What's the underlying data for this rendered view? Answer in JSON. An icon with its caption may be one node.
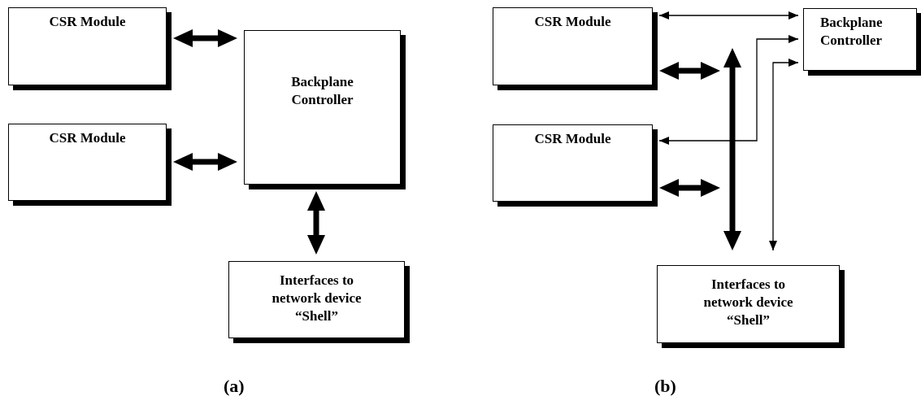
{
  "diagram": {
    "nodes": [
      {
        "text": [
          "CSR Module"
        ]
      },
      {
        "text": [
          "CSR Module"
        ]
      },
      {
        "text": [
          "Backplane Controller"
        ]
      },
      {
        "text": [
          "Interfaces to network device “Shell”"
        ]
      },
      {
        "text": [
          "CSR Module"
        ]
      },
      {
        "text": [
          "CSR Module"
        ]
      },
      {
        "text": [
          "Backplane Controller"
        ]
      },
      {
        "text": [
          "Interfaces to network device “Shell”"
        ]
      }
    ],
    "edges": [
      {
        "from": 0,
        "to": 2,
        "arrow": "both"
      },
      {
        "from": 1,
        "to": 2,
        "arrow": "both"
      },
      {
        "from": 2,
        "to": 3,
        "arrow": "both"
      },
      {
        "from": 4,
        "to": 6,
        "arrow": "both"
      },
      {
        "from": 4,
        "to": null,
        "arrow": "both"
      },
      {
        "from": 5,
        "to": null,
        "arrow": "both"
      },
      {
        "from": null,
        "to": 7,
        "arrow": "both"
      },
      {
        "from": 6,
        "to": 5,
        "arrow": "both"
      },
      {
        "from": 6,
        "to": 7,
        "arrow": "both"
      }
    ],
    "labels": [
      "(a)",
      "(b)"
    ]
  }
}
